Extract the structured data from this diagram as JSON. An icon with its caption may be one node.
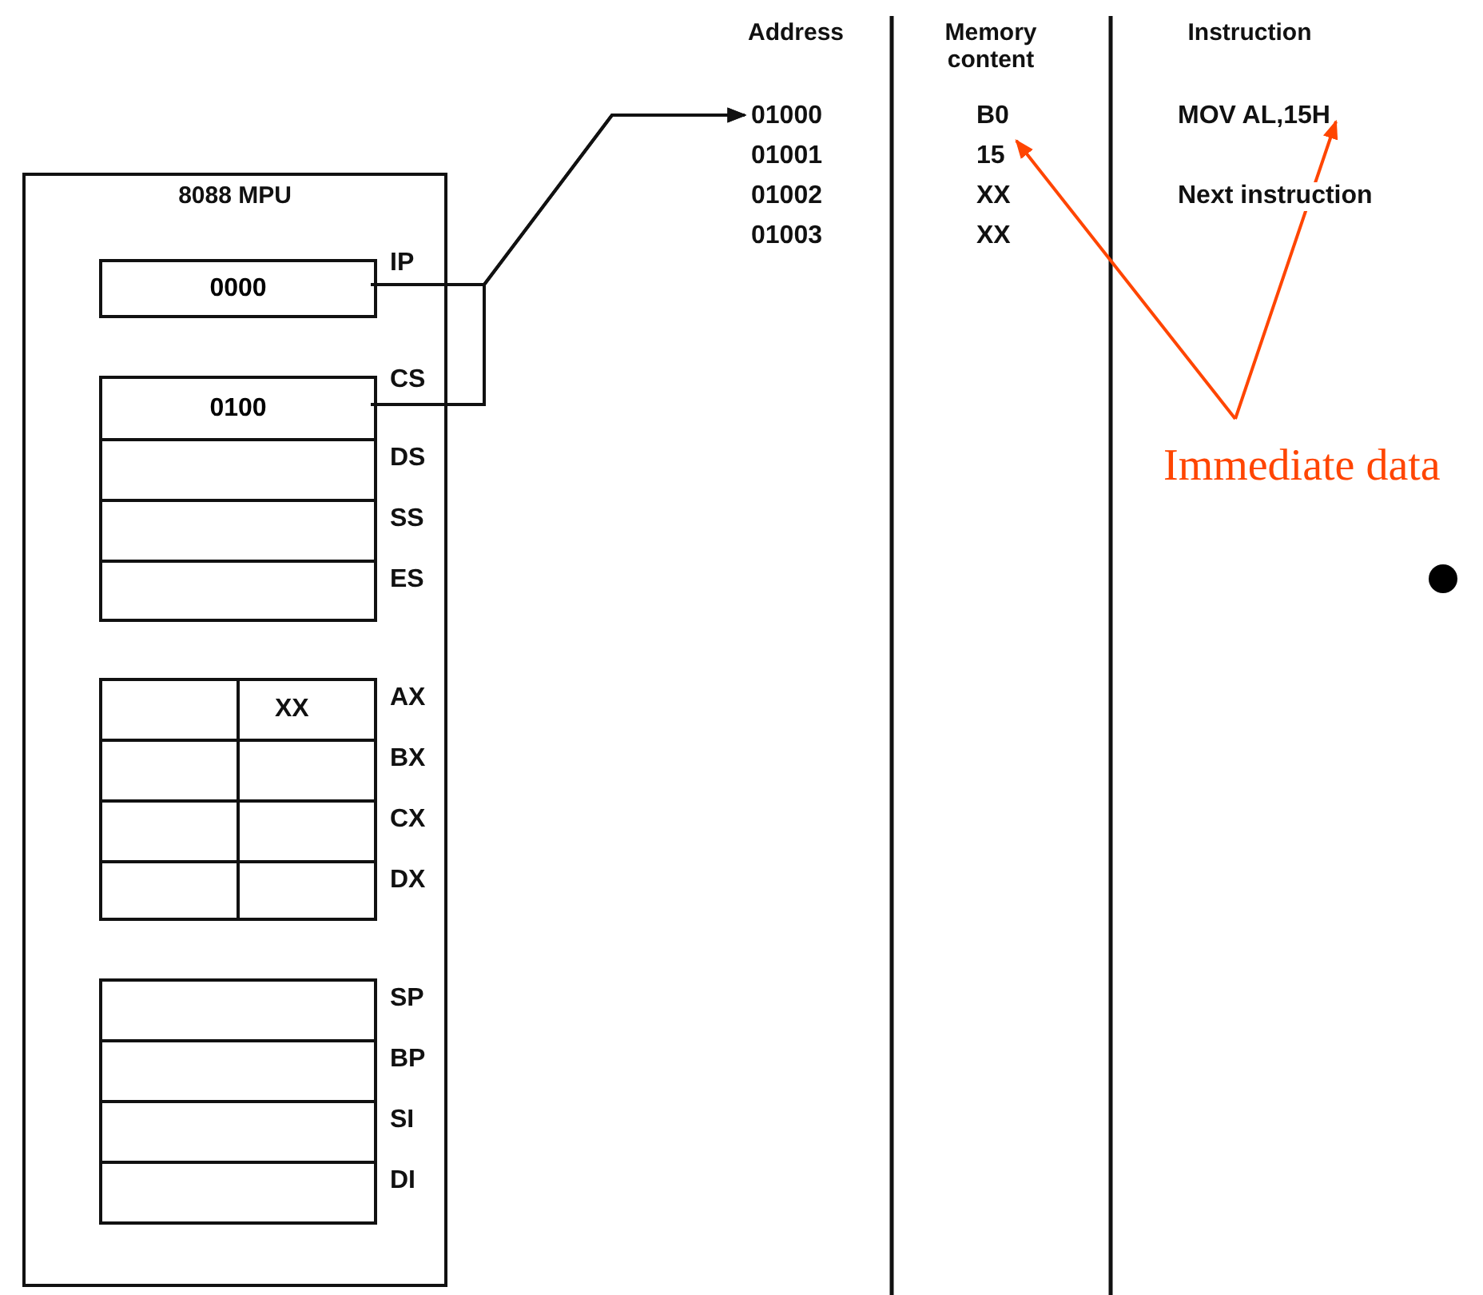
{
  "diagram": {
    "nodes": [
      {
        "text": [
          "8088 MPU"
        ]
      },
      {
        "text": [
          "0000",
          "IP"
        ],
        "in": 0
      },
      {
        "text": [
          "0100",
          "CS"
        ],
        "in": 0
      },
      {
        "text": [
          "DS"
        ],
        "in": 0
      },
      {
        "text": [
          "SS"
        ],
        "in": 0
      },
      {
        "text": [
          "ES"
        ],
        "in": 0
      },
      {
        "text": [
          "XX",
          "AX"
        ],
        "in": 0
      },
      {
        "text": [
          "BX"
        ],
        "in": 0
      },
      {
        "text": [
          "CX"
        ],
        "in": 0
      },
      {
        "text": [
          "DX"
        ],
        "in": 0
      },
      {
        "text": [
          "SP"
        ],
        "in": 0
      },
      {
        "text": [
          "BP"
        ],
        "in": 0
      },
      {
        "text": [
          "SI"
        ],
        "in": 0
      },
      {
        "text": [
          "DI"
        ],
        "in": 0
      },
      {
        "text": [
          "01000"
        ]
      },
      {
        "text": [
          "15"
        ]
      },
      {
        "text": [
          "MOV AL,15H"
        ]
      },
      {
        "text": [
          "Immediate data"
        ]
      }
    ],
    "edges": [
      {
        "from": 1,
        "to": 14,
        "arrow": "to"
      },
      {
        "from": 2,
        "to": 14,
        "arrow": "to"
      },
      {
        "from": 17,
        "to": 15,
        "arrow": "to",
        "color": "#ff4500"
      },
      {
        "from": 17,
        "to": 16,
        "arrow": "to",
        "color": "#ff4500"
      }
    ],
    "labels": [
      "Address",
      "Memory content",
      "Instruction",
      "B0",
      "01001",
      "01002",
      "XX",
      "Next instruction",
      "01003",
      "XX"
    ]
  }
}
